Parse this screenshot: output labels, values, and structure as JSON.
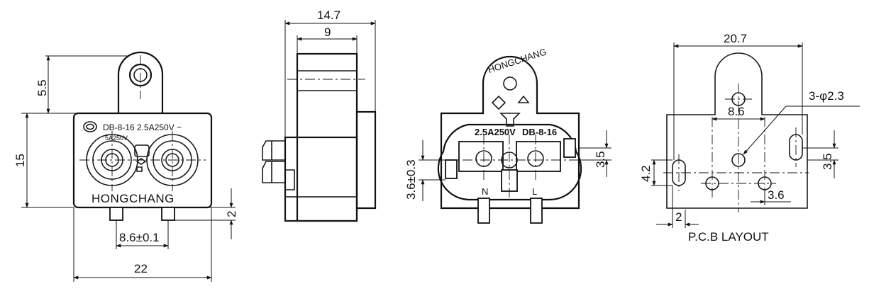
{
  "front_view": {
    "height_top_tab": "5.5",
    "height_body": "15",
    "marking_line": "DB-8-16 2.5A250V ~",
    "rating_small": "5A250V",
    "brand": "HONGCHANG",
    "pin_spacing": "8.6±0.1",
    "pin_length": "2",
    "width": "22"
  },
  "side_view": {
    "overall_width": "14.7",
    "inner_width": "9"
  },
  "rear_view": {
    "brand_curved": "HONGCHANG",
    "rating": "2.5A250V",
    "model": "DB-8-16",
    "terminal_n": "N",
    "terminal_l": "L",
    "offset_dim": "3.6±0.3",
    "height_dim": "3.5"
  },
  "pcb_layout": {
    "width": "20.7",
    "hole_note": "3-φ2.3",
    "pin_spacing": "8.6",
    "slot_height_left": "4.2",
    "slot_offset_right": "3.5",
    "hole_offset": "3.6",
    "edge_offset": "2",
    "caption": "P.C.B LAYOUT"
  }
}
